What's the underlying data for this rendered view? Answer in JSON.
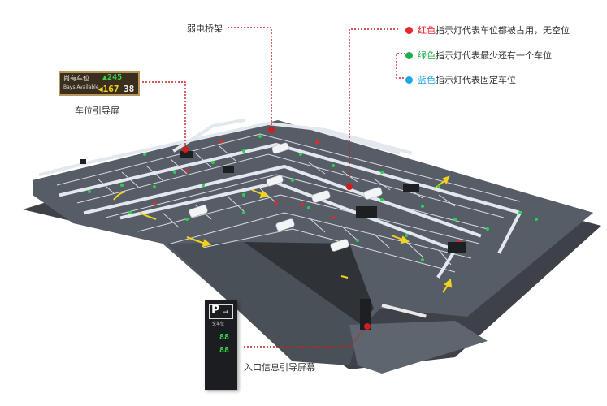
{
  "labels": {
    "cable_tray": "弱电桥架",
    "guide_screen": "车位引导屏",
    "entrance_screen": "入口信息引导屏幕"
  },
  "legend": [
    {
      "color_name": "红色",
      "text": "指示灯代表车位都被占用，无空位",
      "color": "#e8262b"
    },
    {
      "color_name": "绿色",
      "text": "指示灯代表最少还有一个车位",
      "color": "#1fae4b"
    },
    {
      "color_name": "蓝色",
      "text": "指示灯代表固定车位",
      "color": "#1ea7e6"
    }
  ],
  "guide_sign": {
    "title": "尚有车位",
    "subtitle": "Bays Available",
    "count_top": "245",
    "count_left": "167",
    "count_right": "38"
  },
  "entrance_sign": {
    "letter": "P",
    "arrow": "→",
    "title": "空车位"
  },
  "colors": {
    "floor": "#545b63",
    "floor_side": "#3b4046",
    "tray": "#dfe4ea",
    "callout": "#cc1f1f",
    "accent_yellow": "#f2d21d"
  }
}
